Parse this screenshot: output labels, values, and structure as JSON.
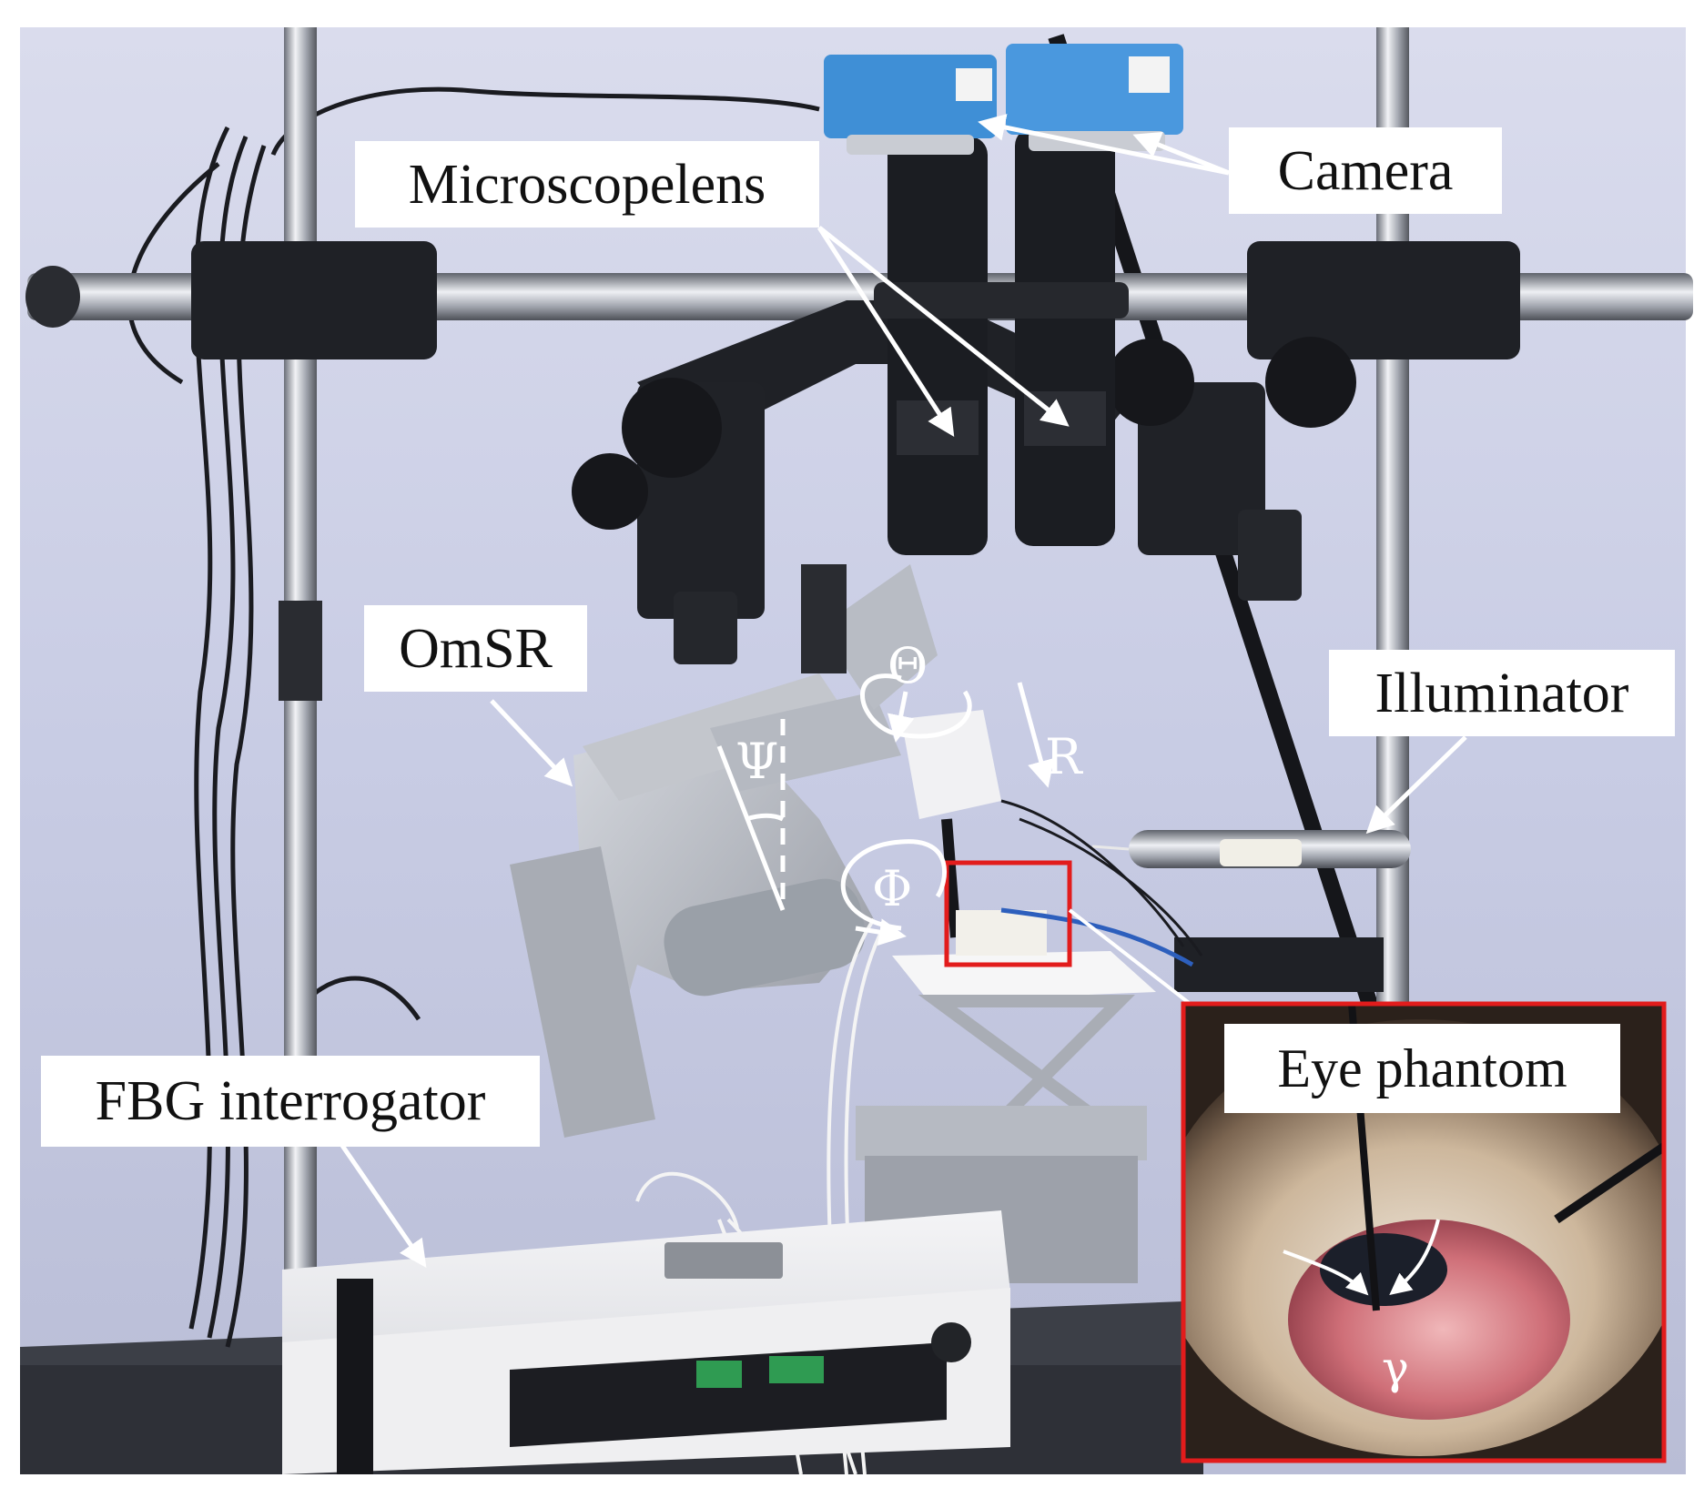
{
  "labels": {
    "microscope_lens": "Microscopelens",
    "camera": "Camera",
    "omsr": "OmSR",
    "illuminator": "Illuminator",
    "fbg_interrogator": "FBG interrogator",
    "eye_phantom": "Eye phantom"
  },
  "symbols": {
    "theta": "Θ",
    "psi": "Ψ",
    "phi": "Φ",
    "r": "R",
    "gamma": "γ"
  },
  "colors": {
    "wall": "#c9cde6",
    "highlight_box": "#e21c1c",
    "arrows": "#ffffff",
    "equipment_dark": "#1b1d22",
    "camera_blue": "#3f8fd6",
    "aluminium": "#b9bcc4"
  }
}
